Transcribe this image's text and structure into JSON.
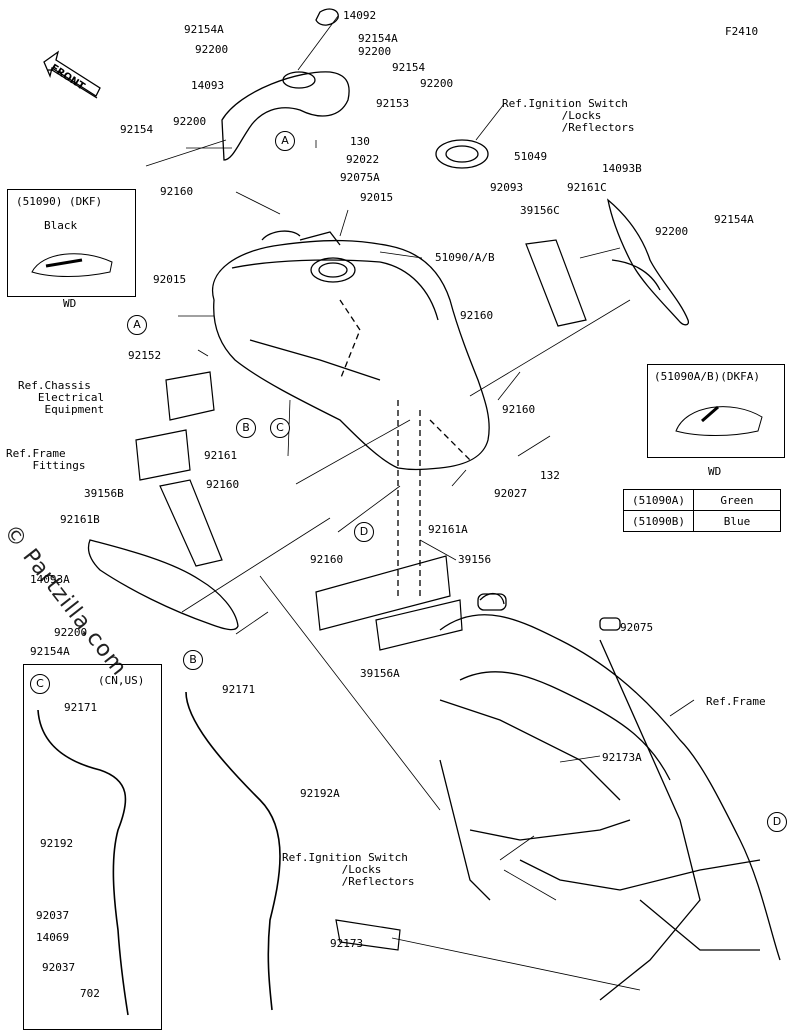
{
  "figure_code": "F2410",
  "front_label": "FRONT",
  "watermark": "© Partzilla.com",
  "labels": {
    "p14092": "14092",
    "p92154A_1": "92154A",
    "p92154A_2": "92154A",
    "p92200_1": "92200",
    "p92200_2": "92200",
    "p92200_3": "92200",
    "p92154_1": "92154",
    "p14093": "14093",
    "p92153": "92153",
    "p92154_2": "92154",
    "p92200_4": "92200",
    "p130": "130",
    "p92022": "92022",
    "p51049": "51049",
    "p92160_1": "92160",
    "p92075A": "92075A",
    "p92093": "92093",
    "p14093B": "14093B",
    "p92161C": "92161C",
    "p92015_1": "92015",
    "p39156C": "39156C",
    "p92200_5": "92200",
    "p92154A_3": "92154A",
    "p51090AB": "51090/A/B",
    "p92015_2": "92015",
    "p92160_2": "92160",
    "p92152": "92152",
    "p92160_3": "92160",
    "p92161": "92161",
    "p132": "132",
    "p92160_4": "92160",
    "p92027": "92027",
    "p39156B": "39156B",
    "p92161A": "92161A",
    "p92161B": "92161B",
    "p92160_5": "92160",
    "p39156": "39156",
    "p14093A": "14093A",
    "p92200_6": "92200",
    "p92154A_4": "92154A",
    "p92075": "92075",
    "p39156A": "39156A",
    "p92171_1": "92171",
    "p92171_2": "92171",
    "p92192A": "92192A",
    "p92173A": "92173A",
    "p92192": "92192",
    "p92037_1": "92037",
    "p14069": "14069",
    "p92037_2": "92037",
    "p702": "702",
    "p92173": "92173"
  },
  "references": {
    "ignition_top": "Ref.Ignition Switch\n         /Locks\n         /Reflectors",
    "chassis": "Ref.Chassis\n   Electrical\n    Equipment",
    "frame_fittings": "Ref.Frame\n    Fittings",
    "frame": "Ref.Frame",
    "ignition_bottom": "Ref.Ignition Switch\n         /Locks\n         /Reflectors"
  },
  "callouts": {
    "A1": "A",
    "A2": "A",
    "B1": "B",
    "B2": "B",
    "C1": "C",
    "C2": "C",
    "D1": "D",
    "D2": "D"
  },
  "inset_dkf": {
    "title": "(51090) (DKF)",
    "color": "Black",
    "code": "WD"
  },
  "inset_dkfa": {
    "title": "(51090A/B)(DKFA)",
    "code": "WD"
  },
  "inset_cnus": {
    "title": "(CN,US)"
  },
  "color_table": {
    "rows": [
      {
        "part": "(51090A)",
        "color": "Green"
      },
      {
        "part": "(51090B)",
        "color": "Blue"
      }
    ]
  }
}
